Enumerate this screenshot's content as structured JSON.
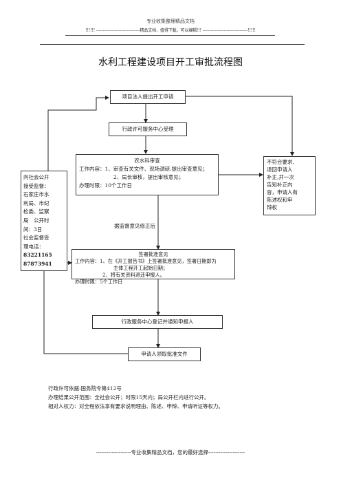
{
  "header": {
    "line1": "专业收集整理精品文档",
    "line2": "!!!!!! ---------------------------------精品文档，值得下载，可以编辑!!! ----------------------------------!!!!!"
  },
  "title": "水利工程建设项目开工审批流程图",
  "nodes": {
    "apply": "项目法人提出开工申请",
    "accept": "行政许可服务中心受理",
    "review": {
      "title": "农水科审查",
      "lines": [
        "工作内容：1、审查有关文件、现场调研,提出审查意见；",
        "2、局长审核，提出审核意见；",
        "办理时限：10个工作日"
      ]
    },
    "approve": {
      "title": "签署批准意见",
      "lines": [
        "工作内容：1、在《开工报告书》上签署批准意见，签署日期即为",
        "主体工程开工起始日期；",
        "2、将有关资料退还申报人。",
        "办理时限：5个工作日"
      ]
    },
    "register": "行政服务中心登记并通知申报人",
    "collect": "申请人领取批准文件",
    "reject": [
      "不符合要求,",
      "退回申请人",
      "补正,并一次",
      "告知补正内",
      "容，申请人有",
      "陈述权和申",
      "辩权"
    ],
    "supervise": [
      "向社会公开",
      "接受监督：",
      "石家庄市水",
      "利局、市纪",
      "检委、监察",
      "局　公开时",
      "间：3日",
      "社会监督受",
      "理电话：",
      "83221165",
      "87873941"
    ]
  },
  "edge_note": "据监督意见修正后",
  "notes": [
    "行政许可依据:国务院令第412号",
    "办理结果公开范围：全社会公开；时限15天内；局公开栏内进行公开。",
    "相对人权力：对全程依法享有要求说明理由、陈述、申辩、申请听证等权力。"
  ],
  "footer": "--------------------专业收集精品文档，您的最好选择---------------------"
}
